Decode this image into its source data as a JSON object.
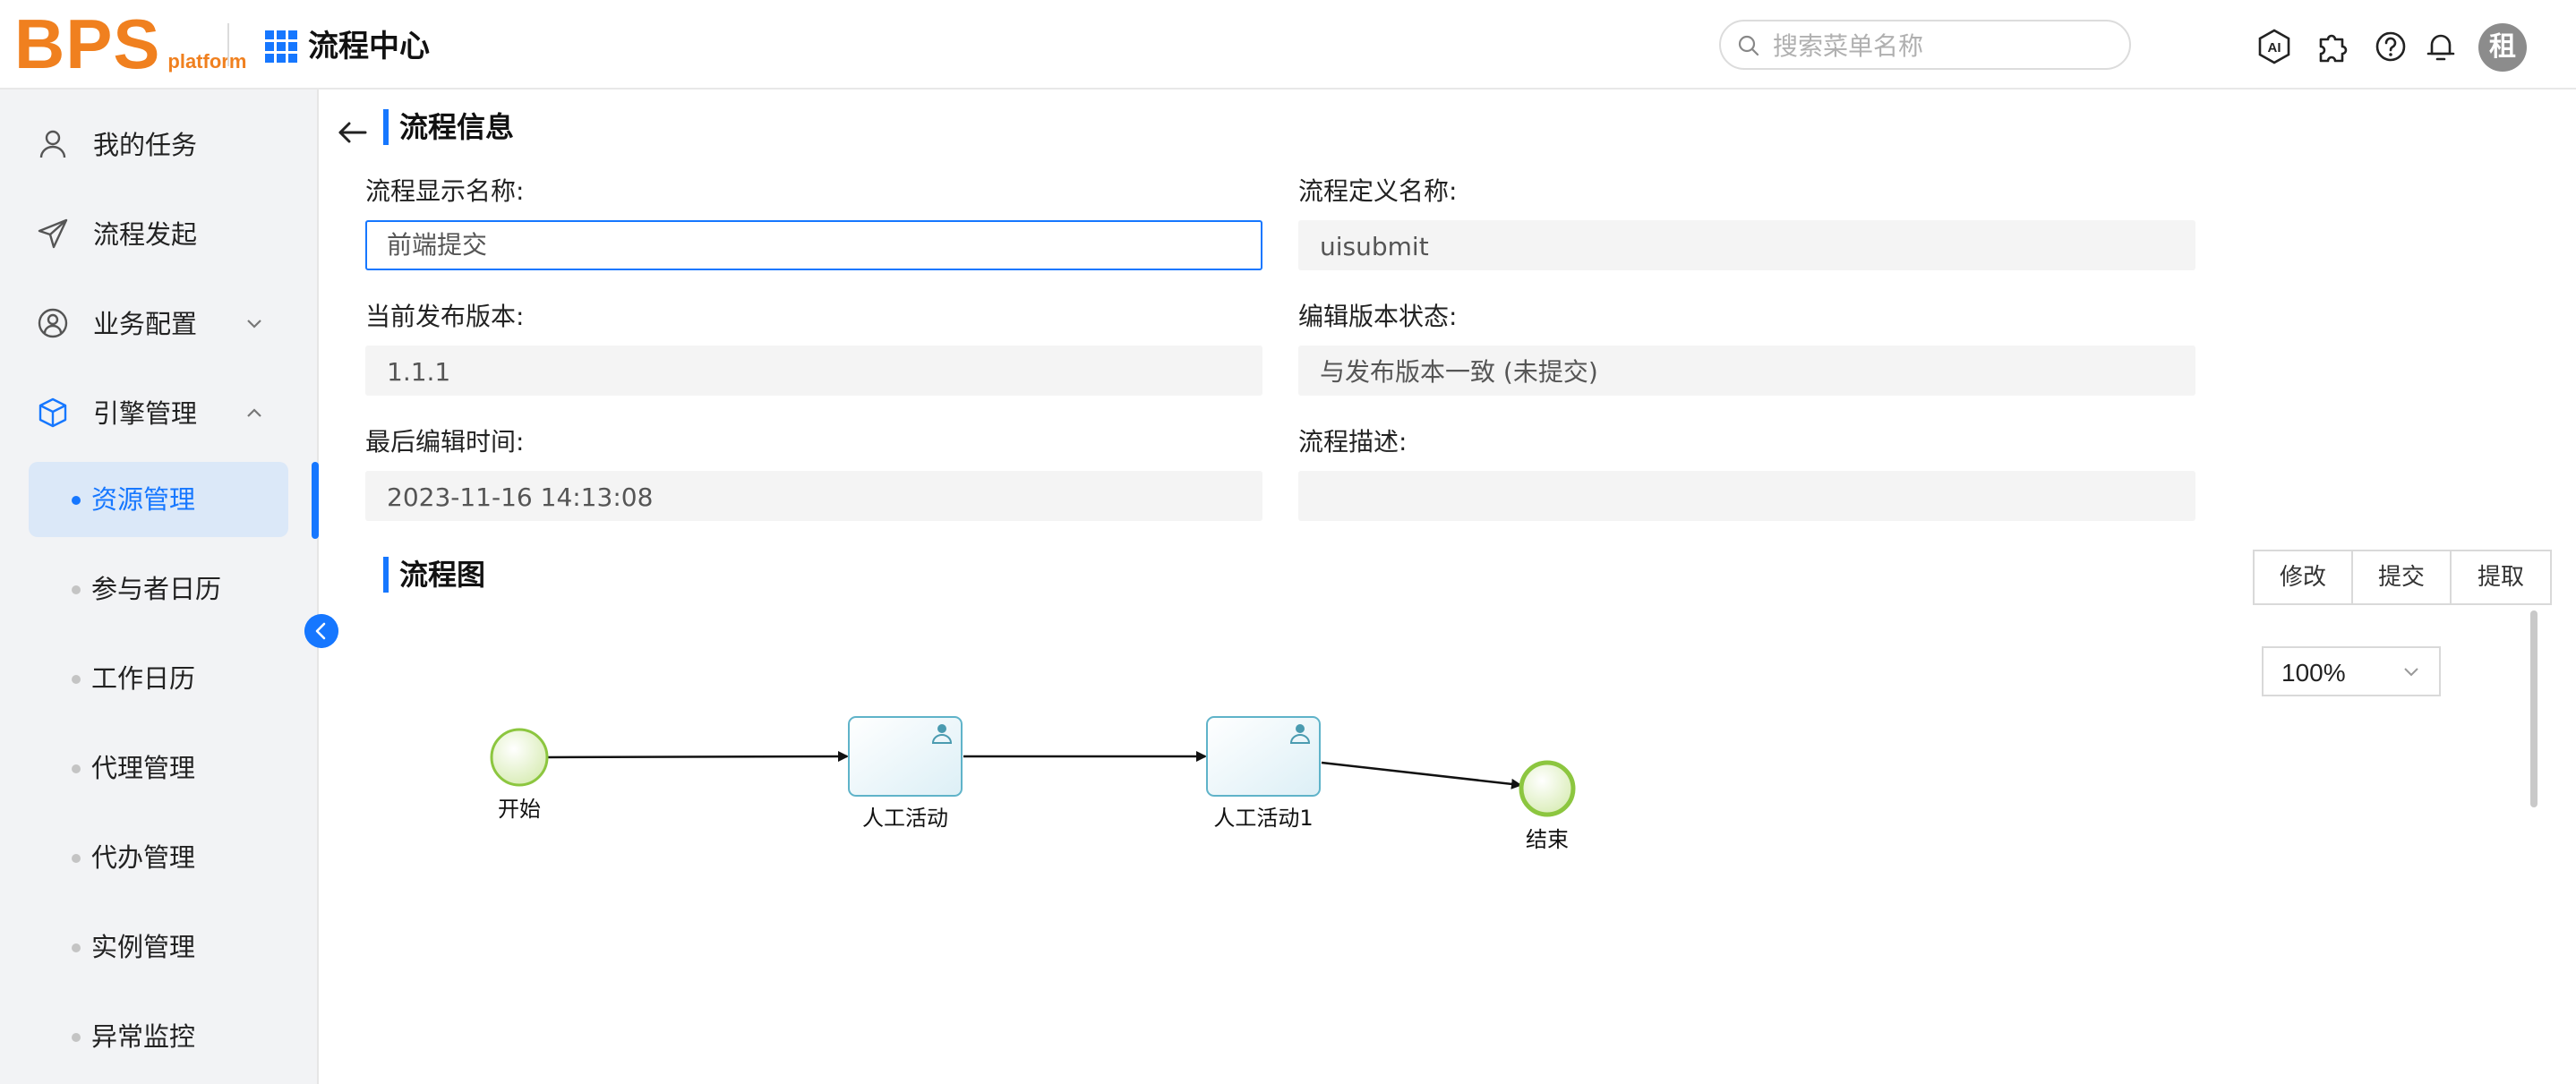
{
  "header": {
    "logo_main": "BPS",
    "logo_sub": "platform",
    "app_title": "流程中心",
    "search_placeholder": "搜索菜单名称",
    "avatar_text": "租"
  },
  "sidebar": {
    "items": [
      {
        "label": "我的任务",
        "icon": "user-icon"
      },
      {
        "label": "流程发起",
        "icon": "send-icon"
      },
      {
        "label": "业务配置",
        "icon": "user-circle-icon",
        "expandable": true,
        "expanded": false
      },
      {
        "label": "引擎管理",
        "icon": "cube-icon",
        "expandable": true,
        "expanded": true
      }
    ],
    "sub_items": [
      {
        "label": "资源管理",
        "active": true
      },
      {
        "label": "参与者日历",
        "active": false
      },
      {
        "label": "工作日历",
        "active": false
      },
      {
        "label": "代理管理",
        "active": false
      },
      {
        "label": "代办管理",
        "active": false
      },
      {
        "label": "实例管理",
        "active": false
      },
      {
        "label": "异常监控",
        "active": false
      }
    ]
  },
  "main": {
    "section_info_title": "流程信息",
    "section_diagram_title": "流程图",
    "fields": {
      "display_name": {
        "label": "流程显示名称:",
        "value": "前端提交"
      },
      "definition_name": {
        "label": "流程定义名称:",
        "value": "uisubmit"
      },
      "current_version": {
        "label": "当前发布版本:",
        "value": "1.1.1"
      },
      "edit_status": {
        "label": "编辑版本状态:",
        "value": "与发布版本一致 (未提交)"
      },
      "last_edit_time": {
        "label": "最后编辑时间:",
        "value": "2023-11-16 14:13:08"
      },
      "description": {
        "label": "流程描述:",
        "value": ""
      }
    },
    "buttons": {
      "modify": "修改",
      "submit": "提交",
      "extract": "提取"
    },
    "zoom": "100%",
    "diagram": {
      "nodes": {
        "start": "开始",
        "task1": "人工活动",
        "task2": "人工活动1",
        "end": "结束"
      }
    }
  },
  "colors": {
    "accent": "#1677ff",
    "logo": "#f0801f",
    "node_green": "#8cc63f",
    "task_border": "#5fb3c9"
  }
}
